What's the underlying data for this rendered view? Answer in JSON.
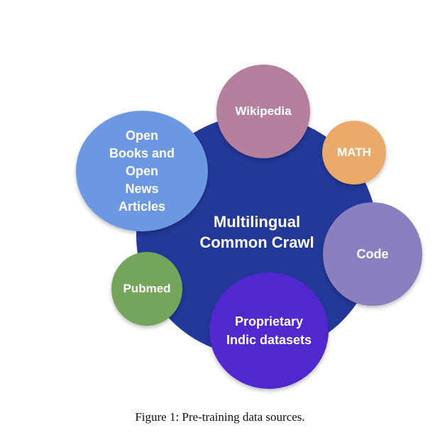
{
  "diagram": {
    "center": {
      "label": "Multilingual\nCommon Crawl",
      "color": "#22399a"
    },
    "sources": [
      {
        "label": "Wikipedia",
        "color": "#b5809e"
      },
      {
        "label": "MATH",
        "color": "#eaaa6c"
      },
      {
        "label": "Open\nBooks and\nOpen\nNews\nArticles",
        "color": "#6c98e3"
      },
      {
        "label": "Code",
        "color": "#8c7fbf"
      },
      {
        "label": "Pubmed",
        "color": "#74a55a"
      },
      {
        "label": "Proprietary\nIndic datasets",
        "color": "#5127cf"
      }
    ]
  },
  "caption": "Figure 1: Pre-training data sources."
}
